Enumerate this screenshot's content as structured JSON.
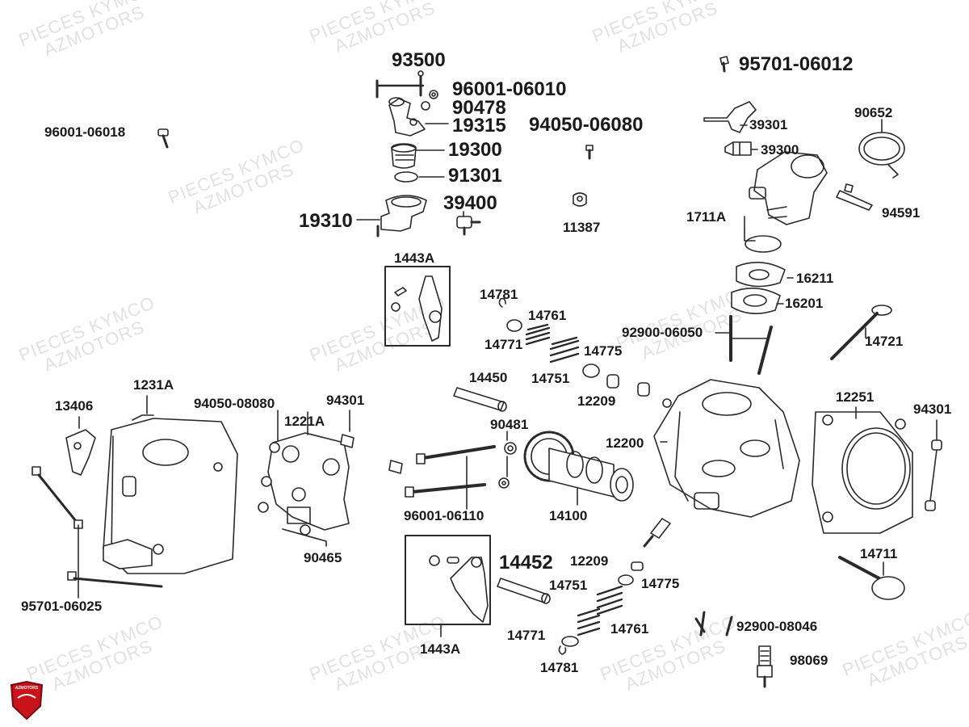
{
  "watermark": {
    "line1": "PIECES KYMCO",
    "line2": "AZMOTORS"
  },
  "logo_text": "AZMOTORS",
  "labels": {
    "l93500": "93500",
    "l96001_06010": "96001-06010",
    "l90478": "90478",
    "l19315": "19315",
    "l19300": "19300",
    "l91301": "91301",
    "l39400": "39400",
    "l19310": "19310",
    "l94050_06080": "94050-06080",
    "l11387": "11387",
    "l96001_06018": "96001-06018",
    "l95701_06012": "95701-06012",
    "l39301": "39301",
    "l39300": "39300",
    "l90652": "90652",
    "l94591": "94591",
    "l1711A": "1711A",
    "l16211": "16211",
    "l16201": "16201",
    "l92900_06050": "92900-06050",
    "l14721": "14721",
    "l1443A_top": "1443A",
    "l14781_top": "14781",
    "l14761_top": "14761",
    "l14771_top": "14771",
    "l14775_top": "14775",
    "l14751_top": "14751",
    "l12209_top": "12209",
    "l14450": "14450",
    "l90481": "90481",
    "l12200": "12200",
    "l12251": "12251",
    "l94301_right": "94301",
    "l13406": "13406",
    "l1231A": "1231A",
    "l94050_08080": "94050-08080",
    "l94301_left": "94301",
    "l1221A": "1221A",
    "l96001_06110": "96001-06110",
    "l14100": "14100",
    "l90465": "90465",
    "l95701_06025": "95701-06025",
    "l14452": "14452",
    "l12209_bottom": "12209",
    "l14751_bottom": "14751",
    "l14775_bottom": "14775",
    "l14761_bottom": "14761",
    "l14771_bottom": "14771",
    "l14781_bottom": "14781",
    "l1443A_bottom": "1443A",
    "l14711": "14711",
    "l92900_08046": "92900-08046",
    "l98069": "98069"
  }
}
